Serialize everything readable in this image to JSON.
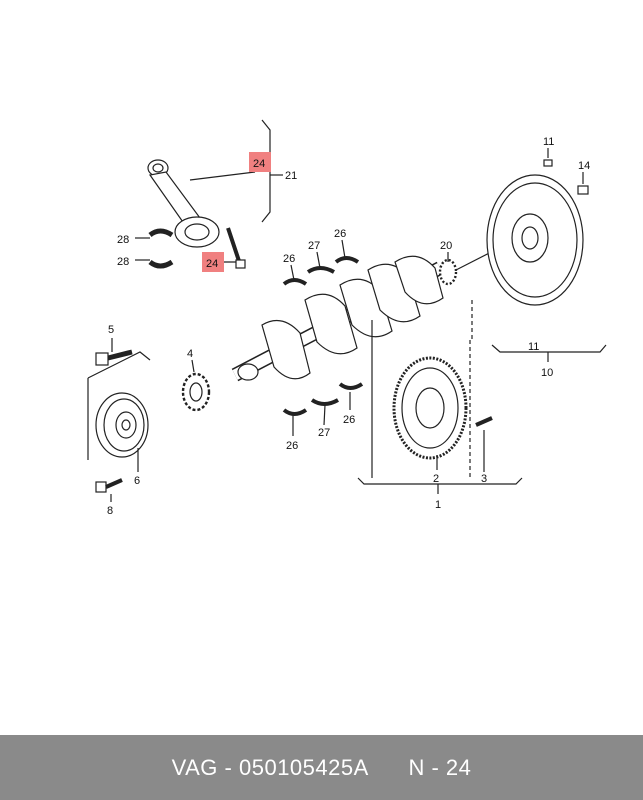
{
  "callouts": {
    "c1": "1",
    "c2": "2",
    "c3": "3",
    "c4": "4",
    "c5": "5",
    "c6": "6",
    "c8": "8",
    "c10": "10",
    "c11a": "11",
    "c11b": "11",
    "c14": "14",
    "c20": "20",
    "c21": "21",
    "c24a": "24",
    "c24b": "24",
    "c26a": "26",
    "c26b": "26",
    "c26c": "26",
    "c26d": "26",
    "c27a": "27",
    "c27b": "27",
    "c28a": "28",
    "c28b": "28"
  },
  "highlight_color": "#f08080",
  "footer": {
    "brand": "VAG",
    "part_number": "050105425A",
    "ref": "N - 24",
    "sep": " - ",
    "gap": "      "
  }
}
